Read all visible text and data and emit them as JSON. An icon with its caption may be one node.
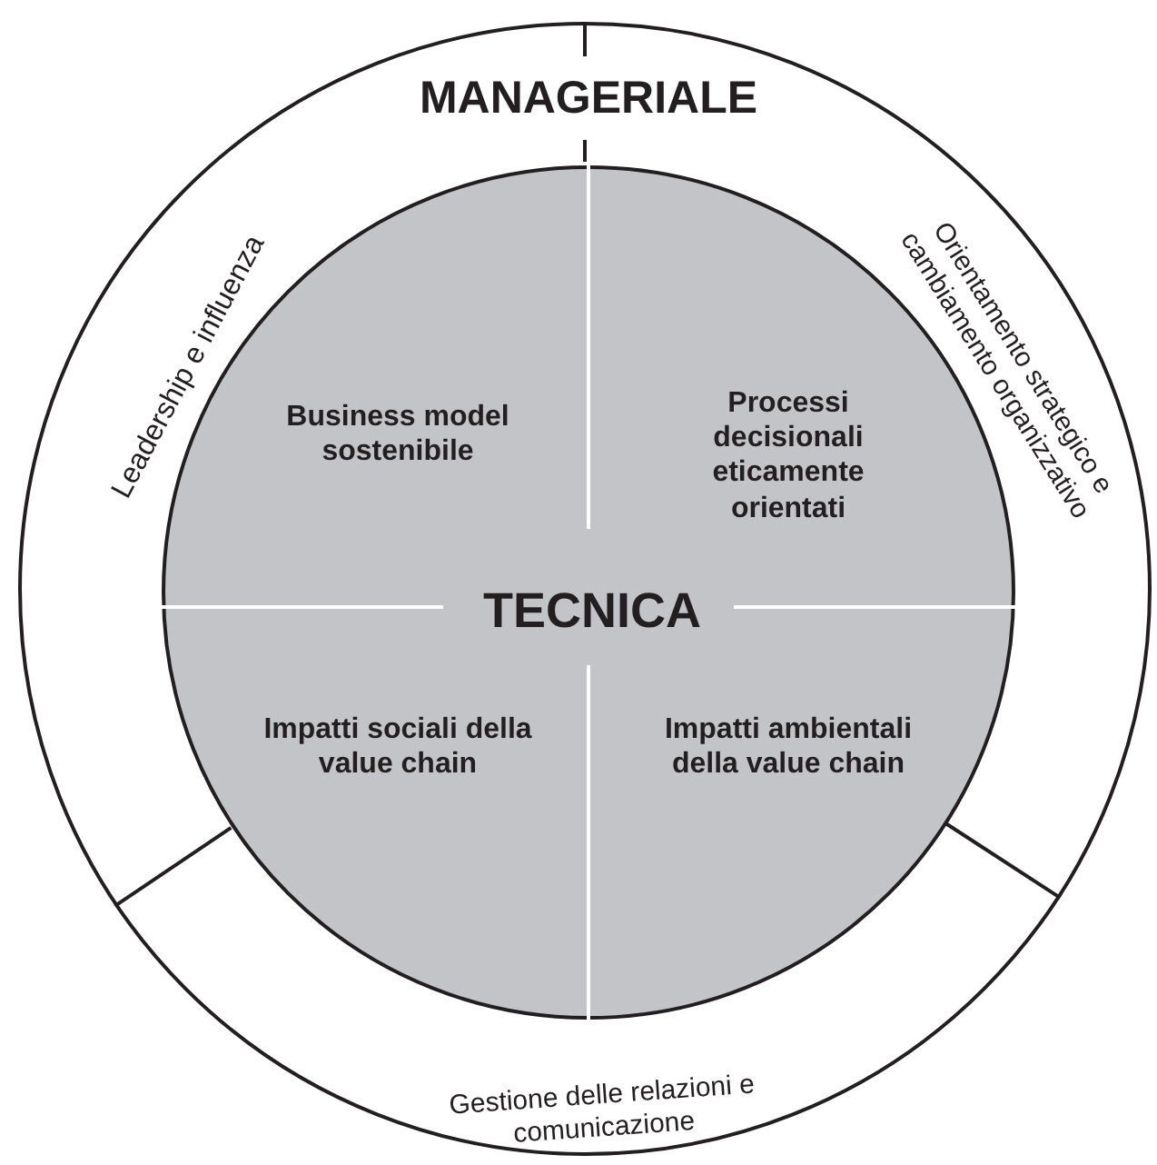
{
  "diagram": {
    "nodes": [
      {
        "text": [
          "MANAGERIALE"
        ]
      },
      {
        "text": [
          "Leadership e influenza"
        ],
        "in": 0
      },
      {
        "text": [
          "Orientamento strategico e cambiamento organizzativo"
        ],
        "in": 0
      },
      {
        "text": [
          "Gestione delle relazioni e comunicazione"
        ],
        "in": 0
      },
      {
        "text": [
          "TECNICA"
        ],
        "in": 0
      },
      {
        "text": [
          "Business model sostenibile"
        ],
        "in": 4
      },
      {
        "text": [
          "Processi decisionali eticamente orientati"
        ],
        "in": 4
      },
      {
        "text": [
          "Impatti sociali della value chain"
        ],
        "in": 4
      },
      {
        "text": [
          "Impatti ambientali della value chain"
        ],
        "in": 4
      }
    ]
  }
}
